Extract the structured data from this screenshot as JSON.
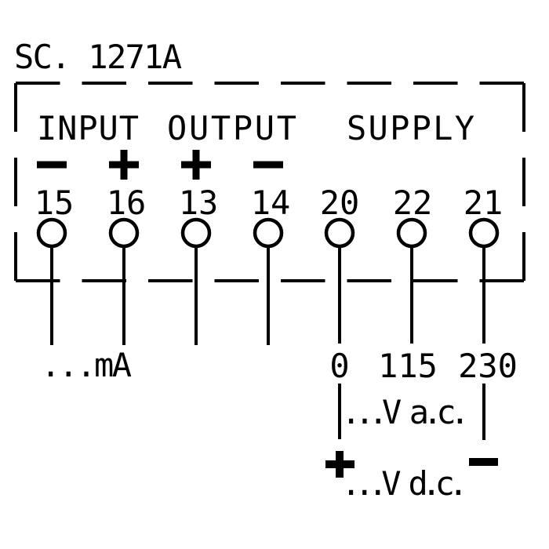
{
  "drawing": {
    "title": "SC. 1271A",
    "colors": {
      "line": "#000000",
      "background": "#ffffff"
    },
    "sections": {
      "input_label": "INPUT",
      "output_label": "OUTPUT",
      "supply_label": "SUPPLY"
    },
    "terminals": [
      {
        "number": "15",
        "group": "input",
        "polarity": "−"
      },
      {
        "number": "16",
        "group": "input",
        "polarity": "+"
      },
      {
        "number": "13",
        "group": "output",
        "polarity": "+"
      },
      {
        "number": "14",
        "group": "output",
        "polarity": "−"
      },
      {
        "number": "20",
        "group": "supply",
        "ac_tap": "0"
      },
      {
        "number": "22",
        "group": "supply",
        "ac_tap": "115"
      },
      {
        "number": "21",
        "group": "supply",
        "ac_tap": "230"
      }
    ],
    "annotations": {
      "input_range": "...mA",
      "ac_rating": "...V a.c.",
      "dc_rating": "...V d.c.",
      "dc_plus": "+",
      "dc_minus": "−"
    }
  }
}
